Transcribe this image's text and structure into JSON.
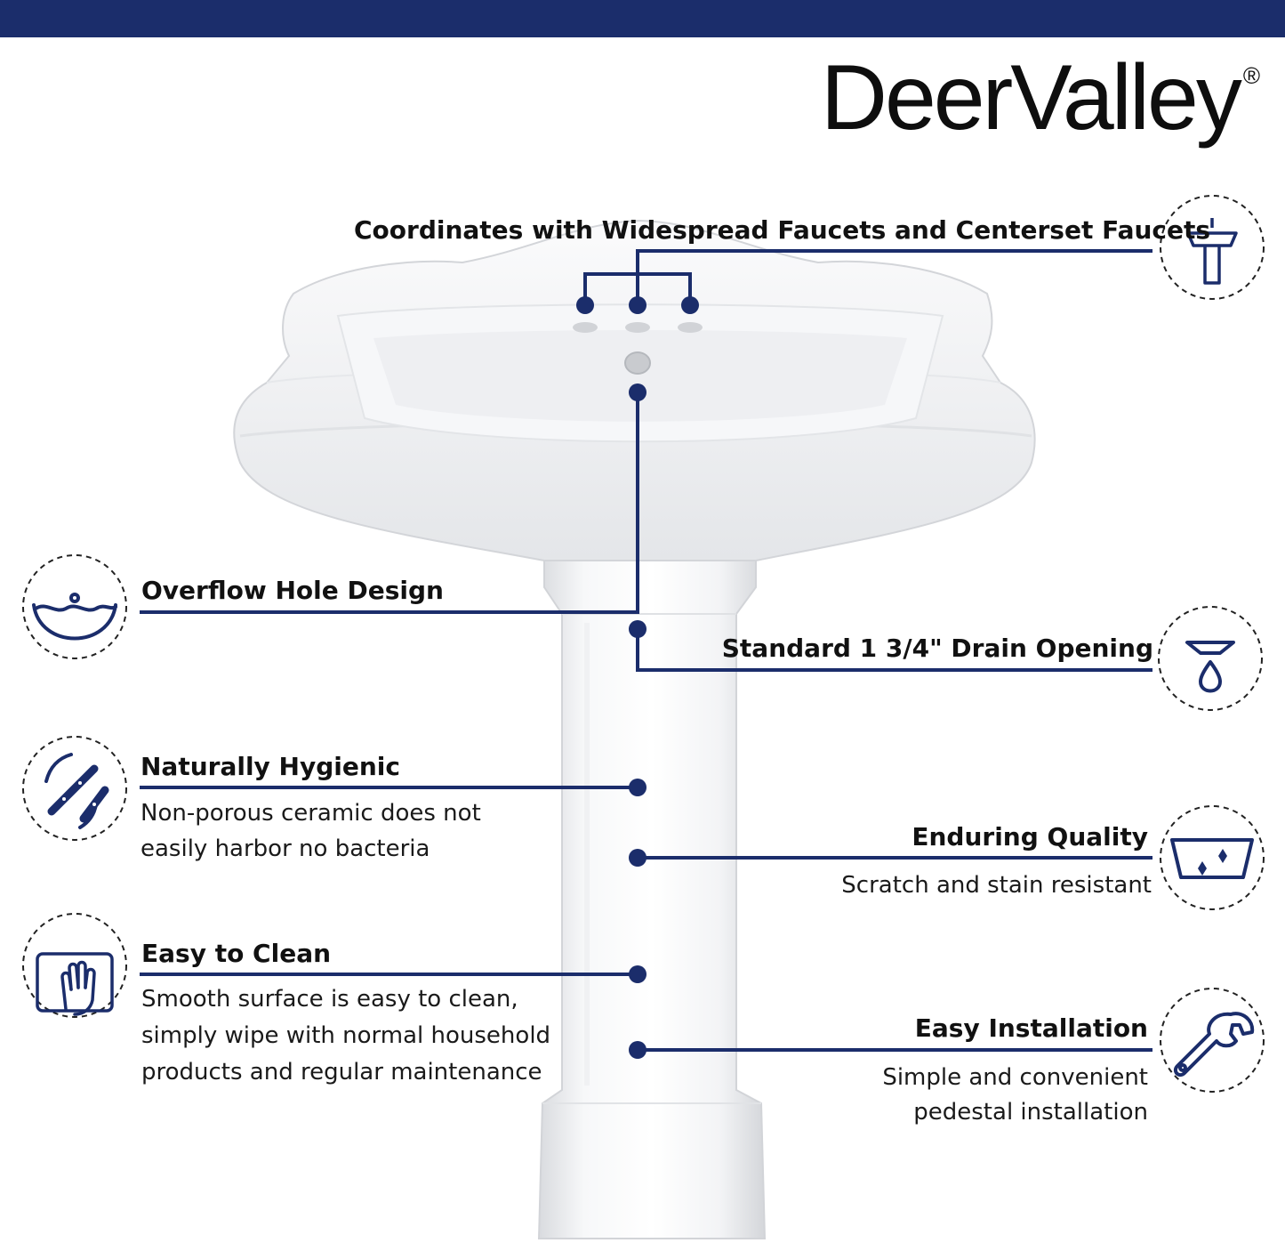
{
  "brand": {
    "name": "DeerValley",
    "mark": "®"
  },
  "colors": {
    "bar": "#1b2d6b",
    "accent": "#1b2d6b",
    "text": "#111111"
  },
  "features": {
    "faucets": {
      "title": "Coordinates with Widespread Faucets and Centerset Faucets",
      "icon": "pedestal-sink-icon"
    },
    "overflow": {
      "title": "Overflow Hole Design",
      "icon": "basin-water-icon"
    },
    "drain": {
      "title": "Standard 1 3/4\" Drain Opening",
      "icon": "drain-drop-icon"
    },
    "hygienic": {
      "title": "Naturally Hygienic",
      "line1": "Non-porous ceramic does not",
      "line2": "easily harbor no bacteria",
      "icon": "bacteria-icon"
    },
    "quality": {
      "title": "Enduring Quality",
      "line1": "Scratch and stain resistant",
      "icon": "sparkle-bowl-icon"
    },
    "clean": {
      "title": "Easy to Clean",
      "line1": "Smooth surface is easy to clean,",
      "line2": "simply wipe with normal household",
      "line3": "products and regular maintenance",
      "icon": "hand-wipe-icon"
    },
    "install": {
      "title": "Easy Installation",
      "line1": "Simple and convenient",
      "line2": "pedestal installation",
      "icon": "wrench-icon"
    }
  }
}
